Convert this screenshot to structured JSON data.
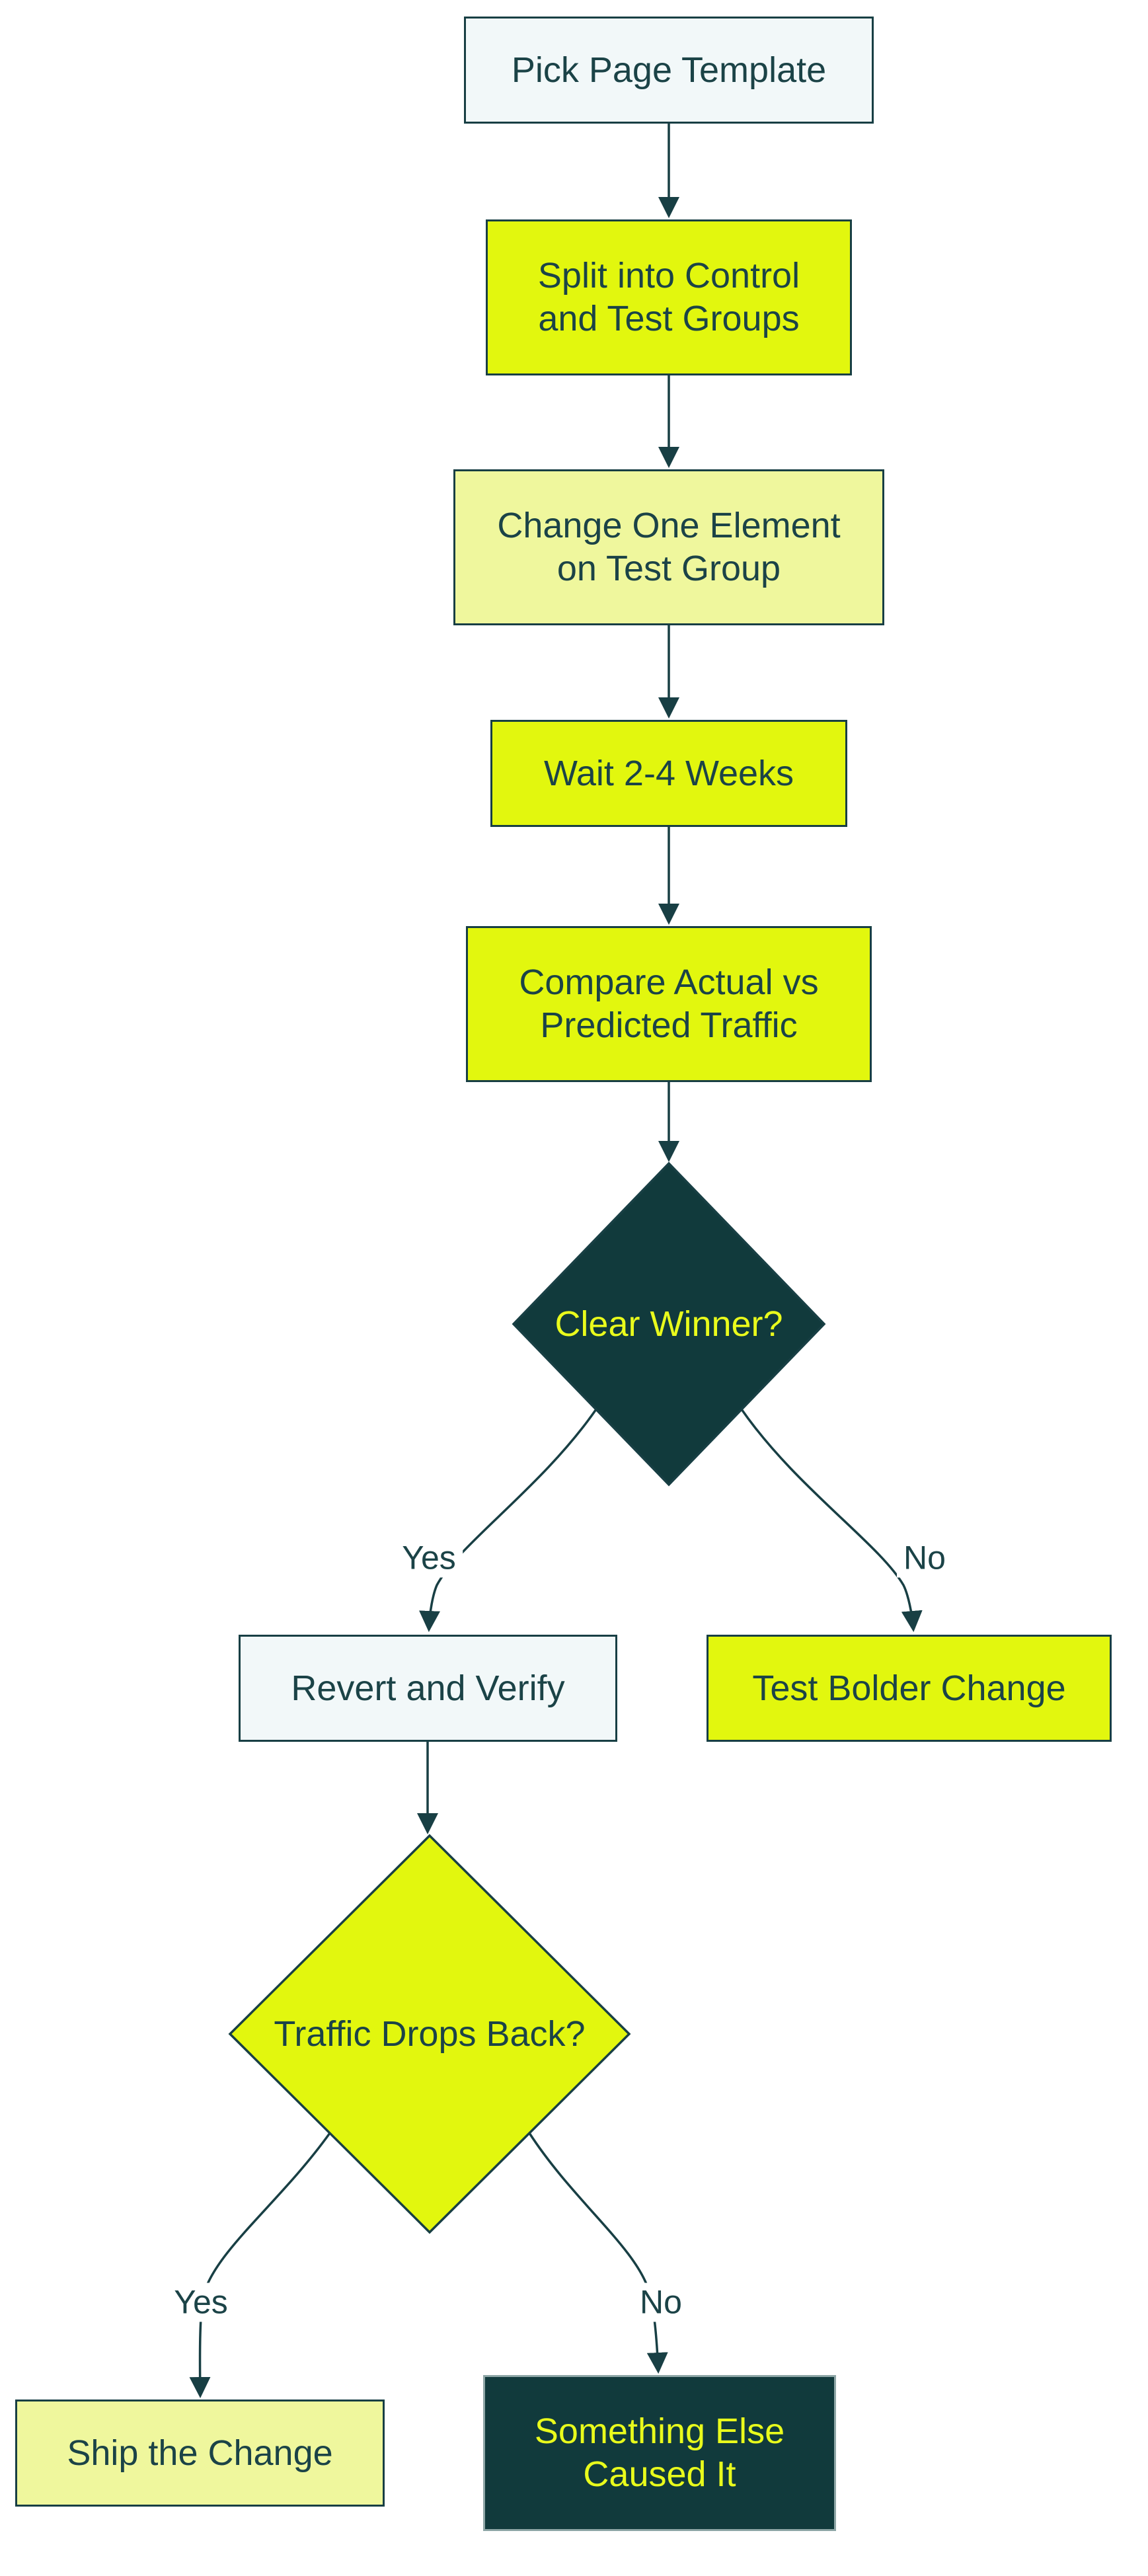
{
  "diagram": {
    "type": "flowchart",
    "direction": "top-down",
    "nodes": [
      {
        "id": "pick",
        "shape": "rectangle",
        "variant": "white",
        "label": "Pick Page Template"
      },
      {
        "id": "split",
        "shape": "rectangle",
        "variant": "bright",
        "label": "Split into Control\nand Test Groups"
      },
      {
        "id": "change",
        "shape": "rectangle",
        "variant": "light",
        "label": "Change One Element\non Test Group"
      },
      {
        "id": "wait",
        "shape": "rectangle",
        "variant": "bright",
        "label": "Wait 2-4 Weeks"
      },
      {
        "id": "compare",
        "shape": "rectangle",
        "variant": "bright",
        "label": "Compare Actual vs\nPredicted Traffic"
      },
      {
        "id": "winner",
        "shape": "diamond",
        "variant": "dark",
        "label": "Clear Winner?"
      },
      {
        "id": "revert",
        "shape": "rectangle",
        "variant": "white",
        "label": "Revert and Verify"
      },
      {
        "id": "bolder",
        "shape": "rectangle",
        "variant": "bright",
        "label": "Test Bolder Change"
      },
      {
        "id": "drops",
        "shape": "diamond",
        "variant": "bright",
        "label": "Traffic Drops Back?"
      },
      {
        "id": "ship",
        "shape": "rectangle",
        "variant": "light",
        "label": "Ship the Change"
      },
      {
        "id": "else",
        "shape": "rectangle",
        "variant": "dark",
        "label": "Something Else\nCaused It"
      }
    ],
    "edges": [
      {
        "from": "pick",
        "to": "split",
        "label": ""
      },
      {
        "from": "split",
        "to": "change",
        "label": ""
      },
      {
        "from": "change",
        "to": "wait",
        "label": ""
      },
      {
        "from": "wait",
        "to": "compare",
        "label": ""
      },
      {
        "from": "compare",
        "to": "winner",
        "label": ""
      },
      {
        "from": "winner",
        "to": "revert",
        "label": "Yes"
      },
      {
        "from": "winner",
        "to": "bolder",
        "label": "No"
      },
      {
        "from": "revert",
        "to": "drops",
        "label": ""
      },
      {
        "from": "drops",
        "to": "ship",
        "label": "Yes"
      },
      {
        "from": "drops",
        "to": "else",
        "label": "No"
      }
    ],
    "colors": {
      "dark_fill": "#113a3c",
      "bright_fill": "#e2f70e",
      "light_fill": "#eff79d",
      "white_fill": "#f2f8f9",
      "stroke": "#183f44",
      "text_dark": "#1b4347",
      "text_yellow": "#e9fb1c",
      "dark_border": "#8ea6a6",
      "bg": "#ffffff"
    }
  }
}
